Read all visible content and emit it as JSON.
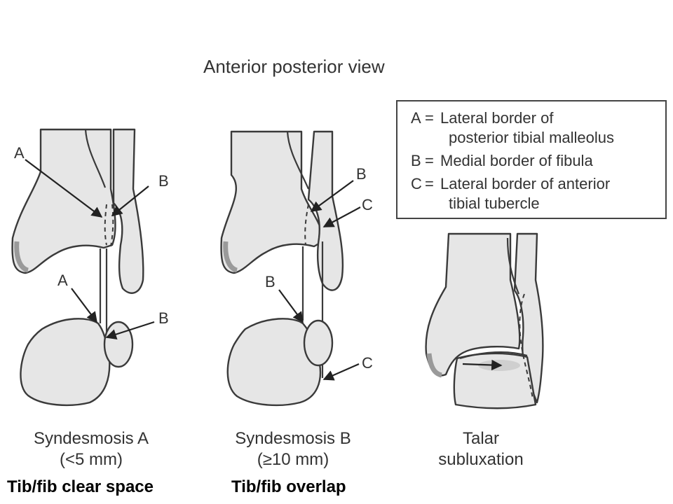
{
  "view_title": "Anterior posterior view",
  "legend": {
    "items": [
      {
        "key": "A",
        "eq": "=",
        "text1": "Lateral border of",
        "text2": "posterior tibial malleolus"
      },
      {
        "key": "B",
        "eq": "=",
        "text1": "Medial border of fibula",
        "text2": ""
      },
      {
        "key": "C",
        "eq": "=",
        "text1": "Lateral border of anterior",
        "text2": "tibial tubercle"
      }
    ]
  },
  "panel_a": {
    "labels": {
      "a_upper": "A",
      "b_upper": "B",
      "a_lower": "A",
      "b_lower": "B"
    },
    "caption_line1": "Syndesmosis A",
    "caption_line2": "(<5 mm)"
  },
  "panel_b": {
    "labels": {
      "b_upper": "B",
      "c_upper": "C",
      "b_lower": "B",
      "c_lower": "C"
    },
    "caption_line1": "Syndesmosis B",
    "caption_line2": "(≥10 mm)"
  },
  "panel_c": {
    "caption_line1": "Talar",
    "caption_line2": "subluxation"
  },
  "footer": {
    "left": "Tib/fib clear space",
    "right": "Tib/fib overlap"
  }
}
